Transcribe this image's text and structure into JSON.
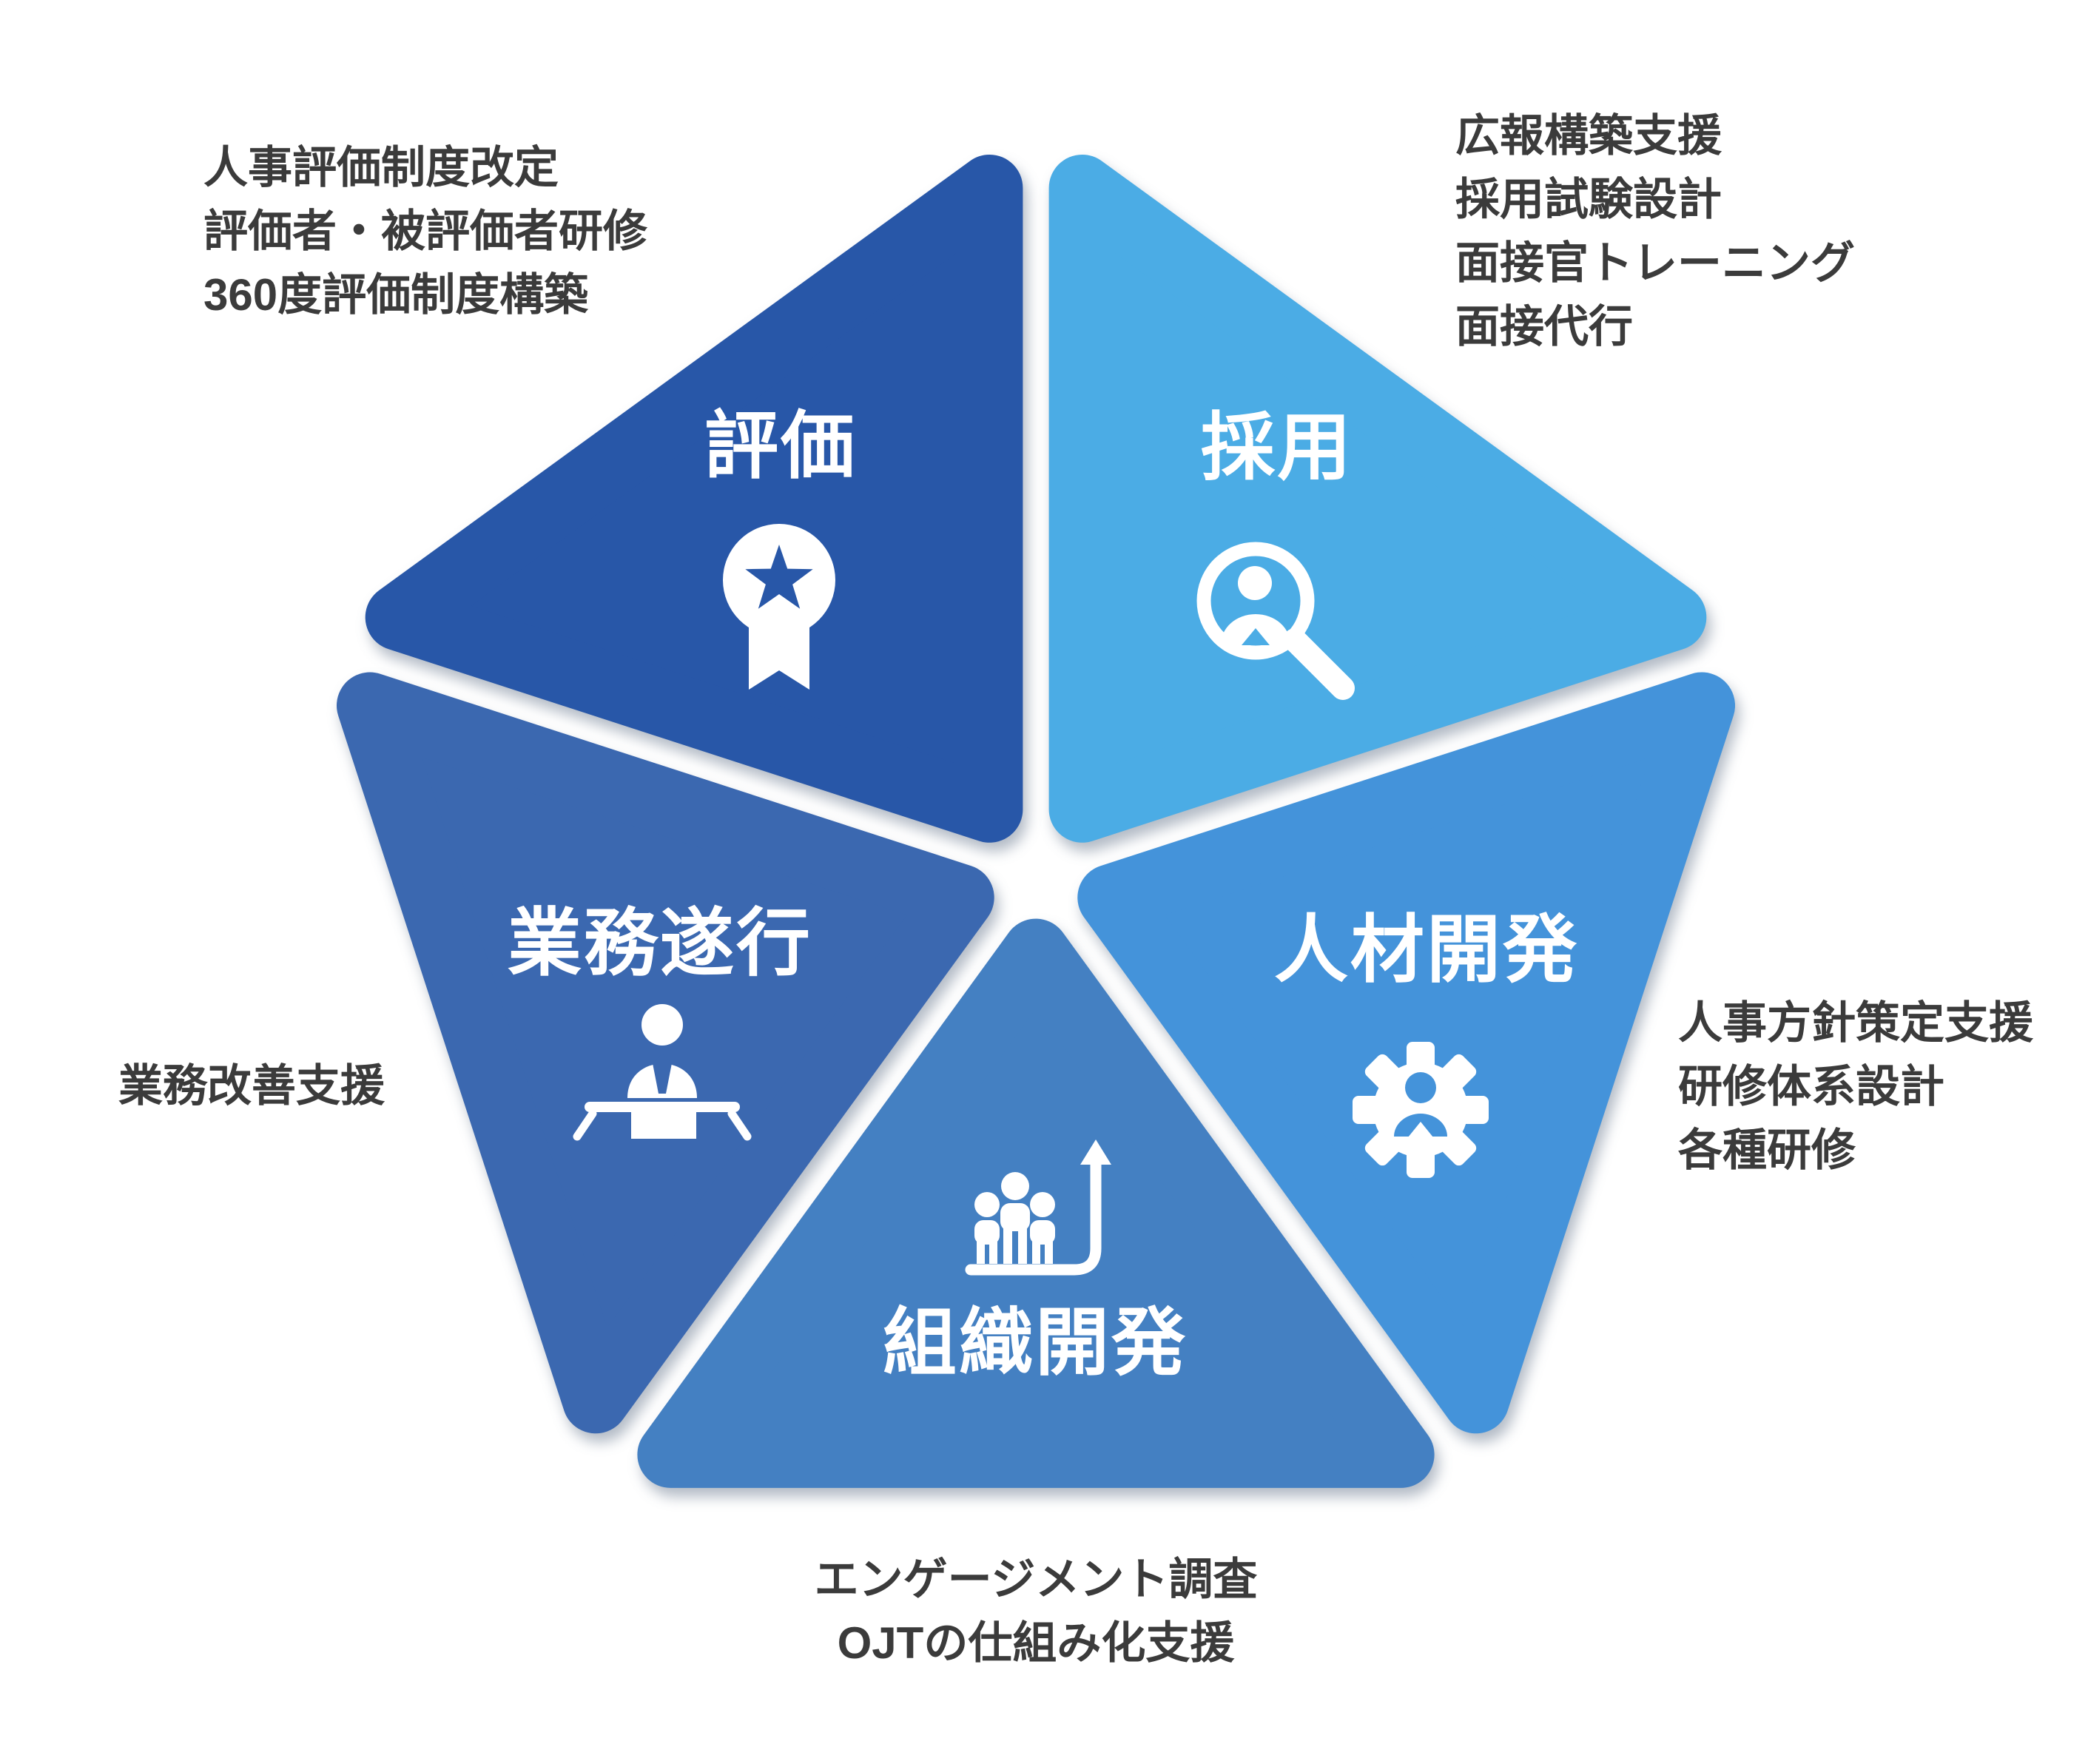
{
  "diagram": {
    "background_color": "#FFFFFF",
    "note_text_color": "#3B3B3B",
    "icon_color": "#FFFFFF",
    "segments": [
      {
        "id": "evaluation",
        "label": "評価",
        "color": "#2857A8",
        "icon": "award-medal-star-icon",
        "notes": [
          "人事評価制度改定",
          "評価者・被評価者研修",
          "360度評価制度構築"
        ]
      },
      {
        "id": "recruitment",
        "label": "採用",
        "color": "#4BACE5",
        "icon": "magnifier-person-icon",
        "notes": [
          "広報構築支援",
          "採用試験設計",
          "面接官トレーニング",
          "面接代行"
        ]
      },
      {
        "id": "hr-development",
        "label": "人材開発",
        "color": "#4493DA",
        "icon": "gear-person-icon",
        "notes": [
          "人事方針策定支援",
          "研修体系設計",
          "各種研修"
        ]
      },
      {
        "id": "org-development",
        "label": "組織開発",
        "color": "#4480C2",
        "icon": "people-growth-arrow-icon",
        "notes": [
          "エンゲージメント調査",
          "OJTの仕組み化支援"
        ]
      },
      {
        "id": "operations",
        "label": "業務遂行",
        "color": "#3B68B0",
        "icon": "person-at-desk-icon",
        "notes": [
          "業務改善支援"
        ]
      }
    ]
  }
}
